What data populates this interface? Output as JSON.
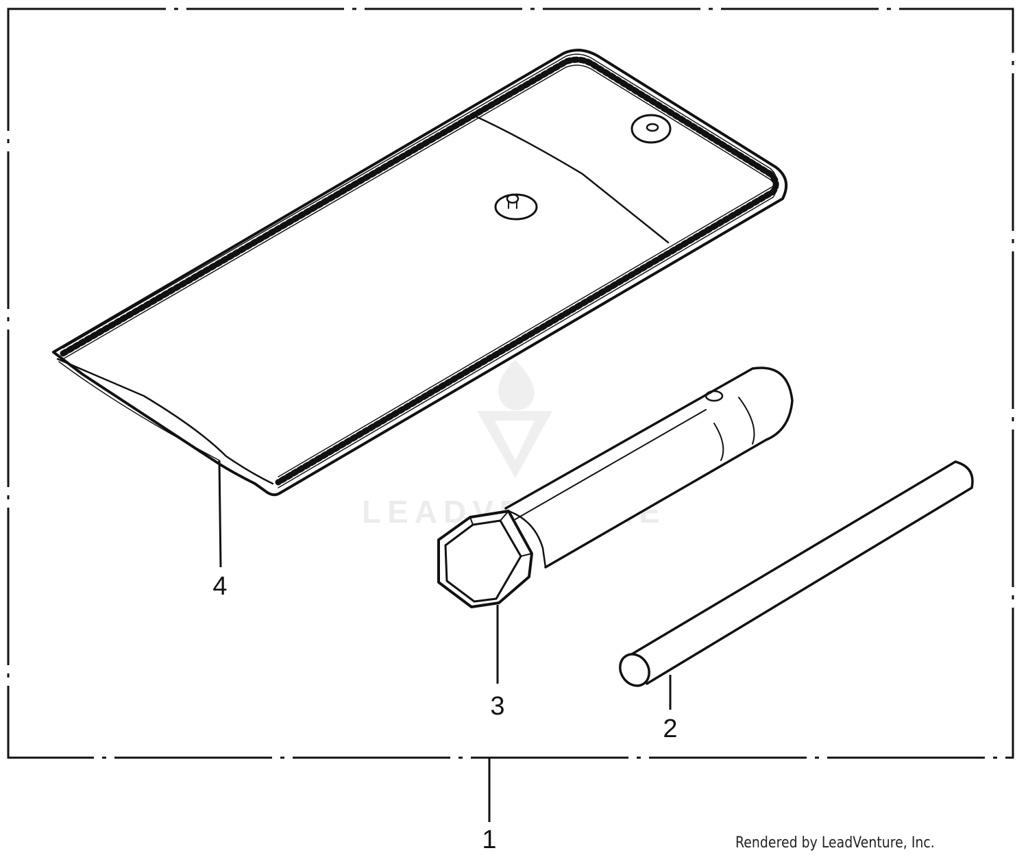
{
  "diagram": {
    "watermark": "LEADVENTURE",
    "callouts": {
      "kit": "1",
      "rod": "2",
      "plug_wrench": "3",
      "tool_bag": "4"
    }
  },
  "footer": {
    "credit": "Rendered by LeadVenture, Inc."
  },
  "colors": {
    "line": "#111111",
    "watermark": "#ececec",
    "background": "#ffffff"
  }
}
